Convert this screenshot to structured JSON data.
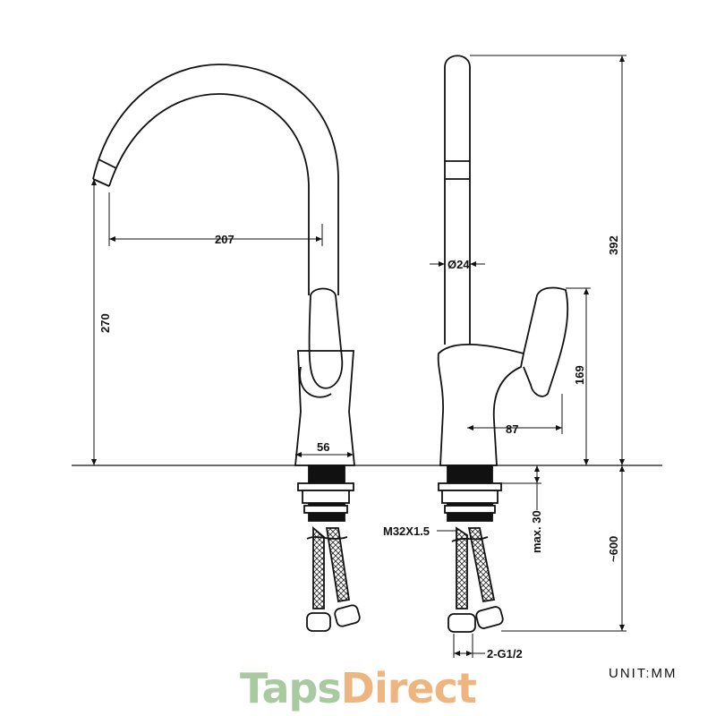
{
  "dimensions": {
    "spout_reach": "207",
    "spout_height": "270",
    "base_width": "56",
    "spout_diameter": "Ø24",
    "total_height": "392",
    "handle_height": "169",
    "handle_reach": "87",
    "hose_length": "~600",
    "max_thickness": "max. 30",
    "thread": "M32X1.5",
    "connection": "2-G1/2"
  },
  "unit_label": "UNIT:MM",
  "logo": {
    "part1": "Taps",
    "part2": "Direct",
    "color1": "#a9c9a0",
    "color2": "#eeb57e"
  }
}
